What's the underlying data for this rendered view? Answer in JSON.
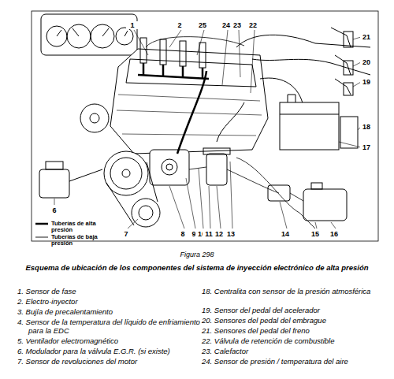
{
  "diagram": {
    "title": "Figura 298",
    "caption": "Esquema de ubicación de los componentes del sistema de inyección electrónico de alta presión",
    "labels": [
      "1",
      "2",
      "25",
      "24",
      "23",
      "22",
      "21",
      "20",
      "19",
      "18",
      "17",
      "6",
      "7",
      "8",
      "9",
      "10",
      "11",
      "12",
      "13",
      "14",
      "15",
      "16",
      "1. Sensor de fase",
      "2. Electro-inyector",
      "3. Bujía de precalentamiento",
      "4. Sensor de la temperatura del líquido de enfriamiento para la EDC",
      "5. Ventilador electromagnético",
      "6. Modulador para la válvula E.G.R. (si existe)",
      "7. Sensor de revoluciones del motor",
      "18. Centralita con sensor de la presión atmosférica",
      "19. Sensor del pedal del acelerador",
      "20. Sensores del pedal del embrague",
      "21. Sensores del pedal del freno",
      "22. Válvula de retención de combustible",
      "23. Calefactor",
      "24. Sensor de presión / temperatura del aire"
    ],
    "legend": [
      {
        "text": "Tuberías de alta presión"
      },
      {
        "text": "Tuberías de baja presión"
      }
    ]
  }
}
